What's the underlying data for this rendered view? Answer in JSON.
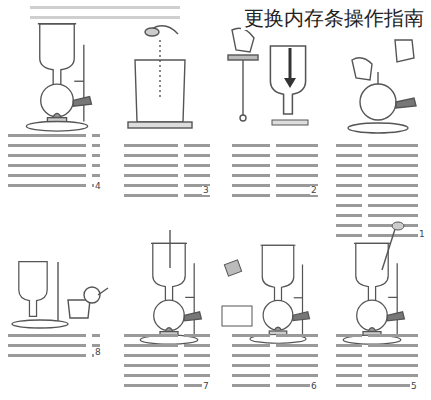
{
  "diagram": {
    "title": "更换内存条操作指南",
    "labels": [
      "1",
      "2",
      "3",
      "4",
      "5",
      "6",
      "7",
      "8"
    ]
  }
}
